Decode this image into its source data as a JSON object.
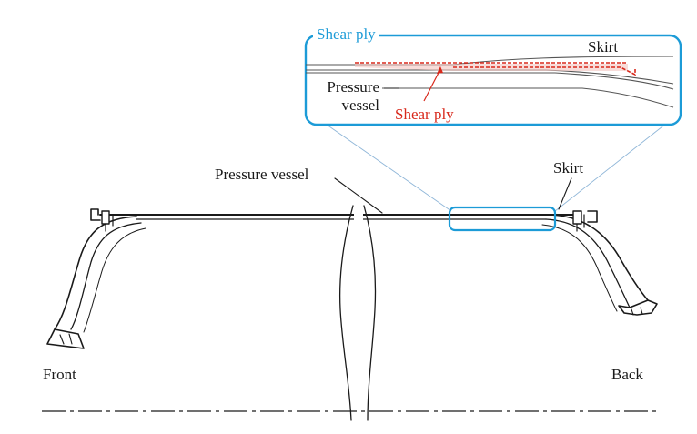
{
  "colors": {
    "accent": "#1c9bd7",
    "shear_ply": "#d8281b",
    "line": "#1a1a1a"
  },
  "inset": {
    "title": "Shear ply",
    "skirt_label": "Skirt",
    "pressure_vessel_label_line1": "Pressure",
    "pressure_vessel_label_line2": "vessel",
    "shear_ply_label": "Shear ply"
  },
  "main": {
    "pressure_vessel_label": "Pressure vessel",
    "skirt_label": "Skirt",
    "front_label": "Front",
    "back_label": "Back"
  }
}
